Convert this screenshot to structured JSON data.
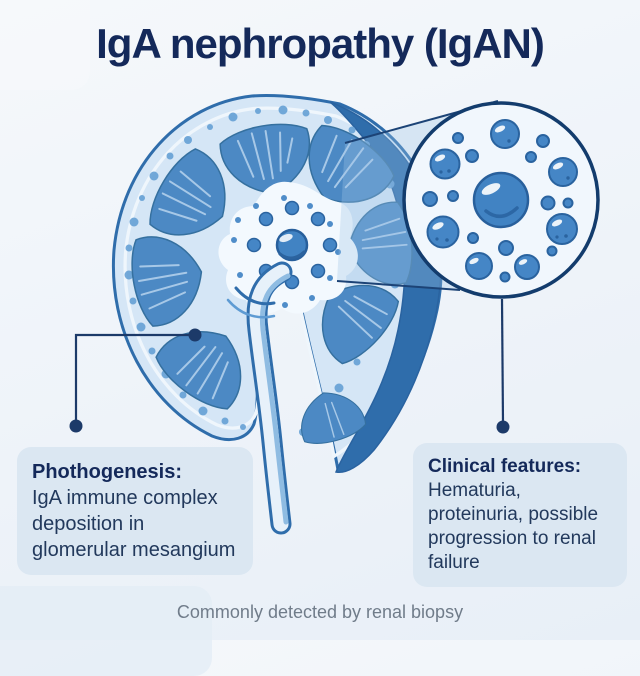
{
  "title": "IgA nephropathy (IgAN)",
  "caption": "Commonly detected by renal biopsy",
  "callouts": {
    "pathogenesis": {
      "heading": "Phothogenesis:",
      "body": "IgA immune complex deposition in glomerular mesangium"
    },
    "clinical_features": {
      "heading": "Clinical features:",
      "body": "Hematuria, proteinuria, possible progression to renal failure"
    }
  },
  "illustration": {
    "kidney": "kidney-cross-section",
    "inset": "magnified-iga-immune-complex-deposits",
    "connector_left": "leader-line-to-pathogenesis-box",
    "connector_right": "leader-line-to-clinical-features-box"
  },
  "colors": {
    "title_navy": "#14295a",
    "outline_blue": "#2f6dab",
    "pyramid_blue": "#4c89c4",
    "deposit_blue": "#4586c6",
    "cortex_light": "#d5e6f6",
    "pelvis_light": "#f3f9fe",
    "box_bg": "#dbe7f2",
    "body_text": "#22395c",
    "caption_gray": "#707c8a",
    "background": "#eef3f9"
  }
}
